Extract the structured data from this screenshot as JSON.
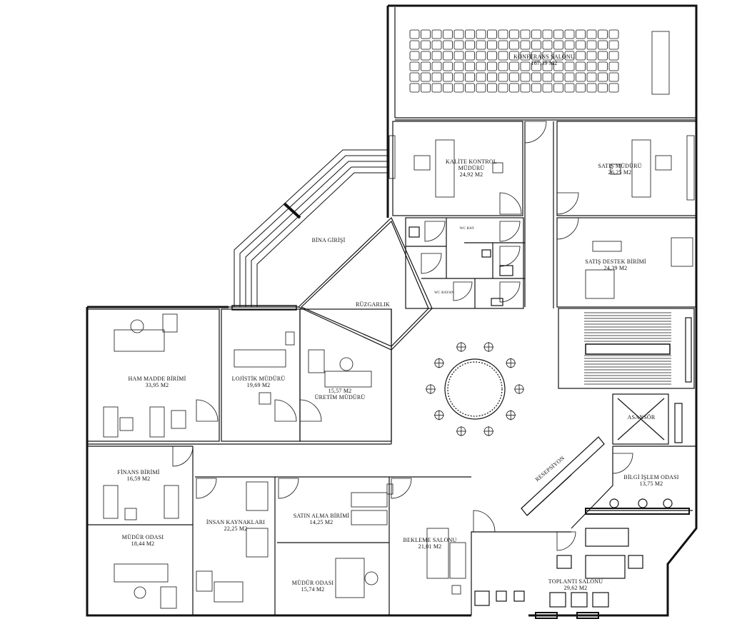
{
  "rooms": [
    {
      "id": "konferans",
      "name": "KONFERANS SALONU",
      "area": "167,39 M2"
    },
    {
      "id": "kalite",
      "name": "KALİTE KONTROL",
      "name2": "MÜDÜRÜ",
      "area": "24,92 M2"
    },
    {
      "id": "satis-muduru",
      "name": "SATIŞ MÜDÜRÜ",
      "area": "26,25 M2"
    },
    {
      "id": "satis-destek",
      "name": "SATIŞ DESTEK BİRİMİ",
      "area": "24,39 M2"
    },
    {
      "id": "bina-girisi",
      "name": "BİNA GİRİŞİ"
    },
    {
      "id": "ruzgarlik",
      "name": "RÜZGARLIK"
    },
    {
      "id": "ham-madde",
      "name": "HAM MADDE BİRİMİ",
      "area": "33,95 M2"
    },
    {
      "id": "lojistik",
      "name": "LOJİSTİK MÜDÜRÜ",
      "area": "19,69 M2"
    },
    {
      "id": "uretim",
      "name": "ÜRETİM MÜDÜRÜ",
      "area": "15,57 M2"
    },
    {
      "id": "finans",
      "name": "FİNANS BİRİMİ",
      "area": "16,59 M2"
    },
    {
      "id": "mudur-1",
      "name": "MÜDÜR ODASI",
      "area": "18,44 M2"
    },
    {
      "id": "insan",
      "name": "İNSAN KAYNAKLARI",
      "area": "22,25 M2"
    },
    {
      "id": "satin-alma",
      "name": "SATIN ALMA BİRİMİ",
      "area": "14,25 M2"
    },
    {
      "id": "mudur-2",
      "name": "MÜDÜR ODASI",
      "area": "15,74 M2"
    },
    {
      "id": "bekleme",
      "name": "BEKLEME SALONU",
      "area": "21,01 M2"
    },
    {
      "id": "bilgi",
      "name": "BİLGİ İŞLEM ODASI",
      "area": "13,75 M2"
    },
    {
      "id": "toplanti",
      "name": "TOPLANTI SALONU",
      "area": "29,62 M2"
    },
    {
      "id": "asansor",
      "name": "ASANSÖR"
    },
    {
      "id": "resepsiyon",
      "name": "RESEPSİYON"
    },
    {
      "id": "wc-bay",
      "name": "WC BAY"
    },
    {
      "id": "wc-bayan",
      "name": "WC BAYAN"
    }
  ],
  "colors": {
    "wall": "#111111",
    "line": "#222222",
    "bg": "#ffffff"
  }
}
